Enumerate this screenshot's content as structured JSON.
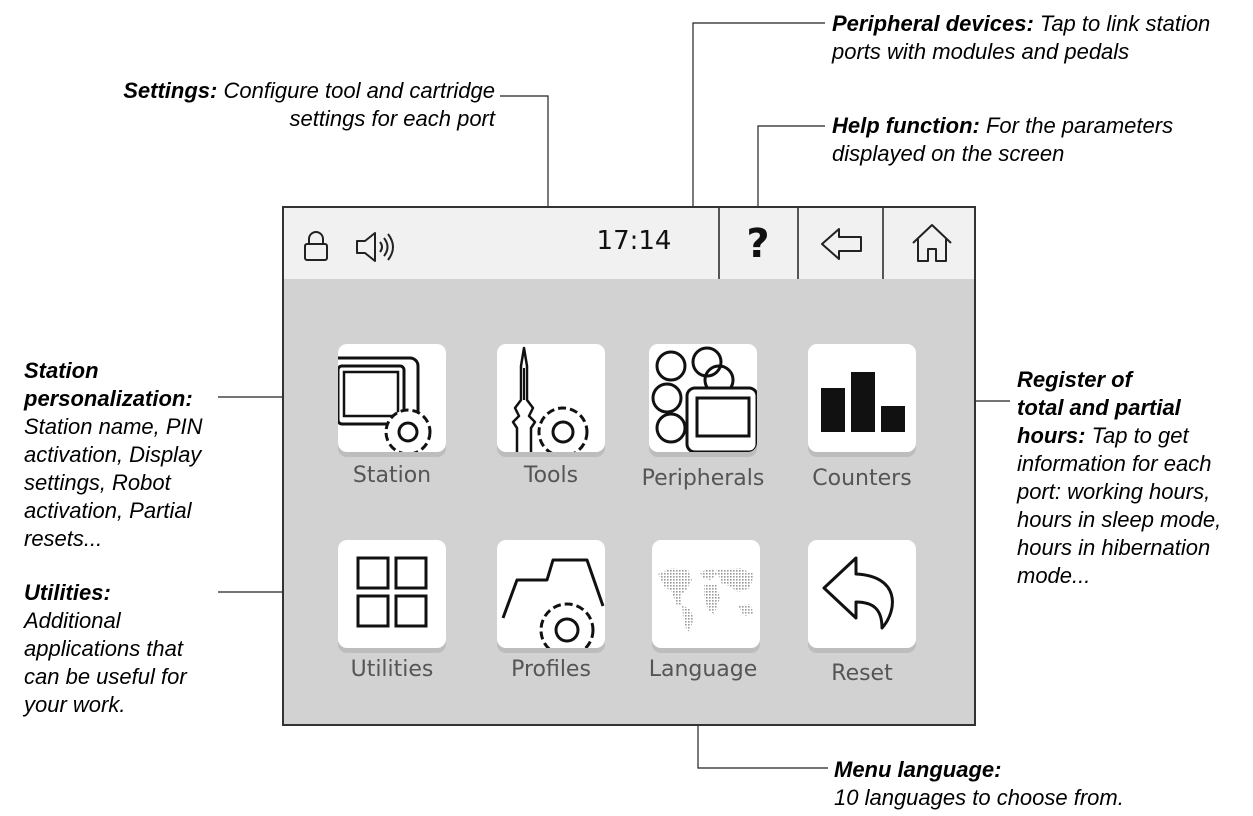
{
  "device": {
    "clock": "17:14",
    "help_symbol": "?",
    "icons": {
      "lock": "lock-icon",
      "sound": "speaker-icon",
      "back": "back-arrow-icon",
      "home": "home-icon"
    },
    "tiles": [
      {
        "label": "Station",
        "icon": "station-icon"
      },
      {
        "label": "Tools",
        "icon": "tools-icon"
      },
      {
        "label": "Peripherals",
        "icon": "peripherals-icon"
      },
      {
        "label": "Counters",
        "icon": "counters-icon"
      },
      {
        "label": "Utilities",
        "icon": "utilities-icon"
      },
      {
        "label": "Profiles",
        "icon": "profiles-icon"
      },
      {
        "label": "Language",
        "icon": "world-map-icon"
      },
      {
        "label": "Reset",
        "icon": "reset-icon"
      }
    ]
  },
  "callouts": {
    "settings": {
      "title": "Settings:",
      "text1": " Configure tool and cartridge",
      "text2": "settings for each port"
    },
    "peripheral": {
      "title": "Peripheral devices:",
      "text1": " Tap to link station",
      "text2": "ports with modules and pedals"
    },
    "help": {
      "title": "Help function:",
      "text1": " For the parameters",
      "text2": "displayed on the screen"
    },
    "station": {
      "title1": "Station",
      "title2": "personalization:",
      "lines": [
        "Station name, PIN",
        "activation, Display",
        "settings, Robot",
        "activation, Partial",
        "resets..."
      ]
    },
    "utilities": {
      "title": "Utilities:",
      "lines": [
        "Additional",
        "applications that",
        "can be useful for",
        "your work."
      ]
    },
    "register": {
      "title1": "Register of",
      "title2": "total and partial",
      "title3": "hours:",
      "text3": " Tap to get",
      "lines": [
        "information for each",
        "port: working hours,",
        "hours in sleep mode,",
        "hours in hibernation",
        "mode..."
      ]
    },
    "language": {
      "title": "Menu language:",
      "text": "10 languages to choose from."
    }
  }
}
